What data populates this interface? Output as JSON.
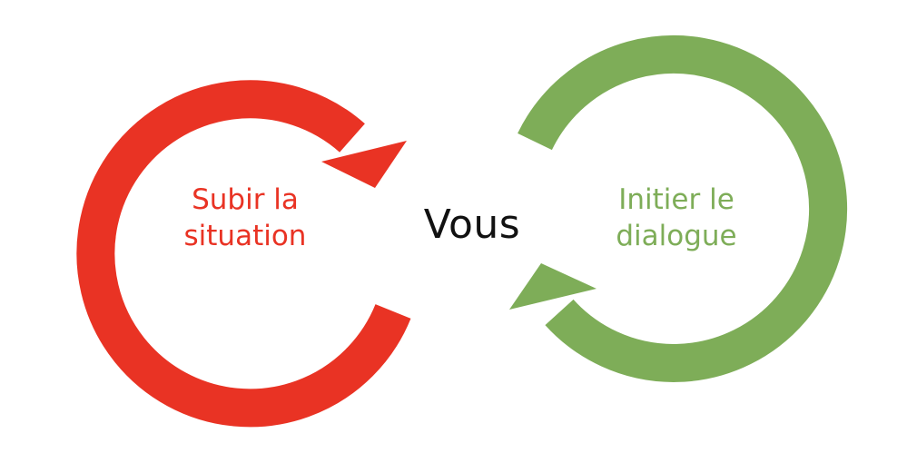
{
  "left_cycle": {
    "line1": "Subir la",
    "line2": "situation",
    "color": "#E93324"
  },
  "right_cycle": {
    "line1": "Initier le",
    "line2": "dialogue",
    "color": "#7EAD58"
  },
  "center": {
    "text": "Vous",
    "color": "#111111"
  }
}
